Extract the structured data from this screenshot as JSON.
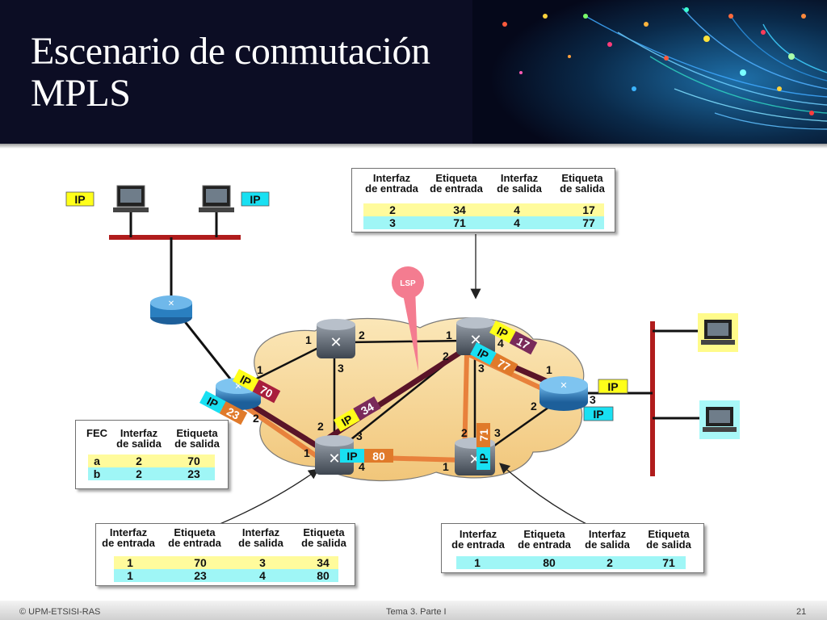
{
  "slide": {
    "title_line1": "Escenario de conmutación",
    "title_line2": "MPLS"
  },
  "footer": {
    "copyright": "© UPM-ETSISI-RAS",
    "center": "Tema 3. Parte I",
    "page": "21"
  },
  "diagram": {
    "lsp_label": "LSP",
    "ip": "IP",
    "ports": {
      "r1_1": "1",
      "r1_2": "2",
      "r1_3": "3",
      "r2_1": "1",
      "r2_2": "2",
      "r2_3": "3",
      "r2_4": "4",
      "r3_1": "1",
      "r3_2": "2",
      "r3_3": "3",
      "r4_1": "1",
      "r4_2": "2",
      "r4_3": "3",
      "ing_1": "1",
      "ing_2": "2",
      "eg_1": "1",
      "eg_2": "2",
      "eg_3": "3"
    },
    "packets": [
      {
        "id": "p70",
        "label": "70",
        "color": "#a81e3c"
      },
      {
        "id": "p23",
        "label": "23",
        "color": "#e07a2a"
      },
      {
        "id": "p34",
        "label": "34",
        "color": "#7a2a5a"
      },
      {
        "id": "p80",
        "label": "80",
        "color": "#e07a2a"
      },
      {
        "id": "p17",
        "label": "17",
        "color": "#7a2a5a"
      },
      {
        "id": "p77",
        "label": "77",
        "color": "#e07a2a"
      },
      {
        "id": "p71",
        "label": "71",
        "color": "#e07a2a"
      }
    ]
  },
  "tables": {
    "top": {
      "headers": [
        [
          "Interfaz",
          "de entrada"
        ],
        [
          "Etiqueta",
          "de entrada"
        ],
        [
          "Interfaz",
          "de salida"
        ],
        [
          "Etiqueta",
          "de salida"
        ]
      ],
      "rows": [
        [
          "2",
          "34",
          "4",
          "17"
        ],
        [
          "3",
          "71",
          "4",
          "77"
        ]
      ]
    },
    "fec": {
      "headers": [
        [
          "FEC",
          ""
        ],
        [
          "Interfaz",
          "de salida"
        ],
        [
          "Etiqueta",
          "de salida"
        ]
      ],
      "rows": [
        [
          "a",
          "2",
          "70"
        ],
        [
          "b",
          "2",
          "23"
        ]
      ]
    },
    "bottom_left": {
      "headers": [
        [
          "Interfaz",
          "de entrada"
        ],
        [
          "Etiqueta",
          "de entrada"
        ],
        [
          "Interfaz",
          "de salida"
        ],
        [
          "Etiqueta",
          "de salida"
        ]
      ],
      "rows": [
        [
          "1",
          "70",
          "3",
          "34"
        ],
        [
          "1",
          "23",
          "4",
          "80"
        ]
      ]
    },
    "bottom_right": {
      "headers": [
        [
          "Interfaz",
          "de entrada"
        ],
        [
          "Etiqueta",
          "de entrada"
        ],
        [
          "Interfaz",
          "de salida"
        ],
        [
          "Etiqueta",
          "de salida"
        ]
      ],
      "rows": [
        [
          "1",
          "80",
          "2",
          "71"
        ]
      ]
    }
  },
  "colors": {
    "lsp_dark": "#5a1428",
    "lsp_orange": "#e8813c",
    "cloud": "#f7d99a",
    "ip_yellow": "#ffff1a",
    "ip_cyan": "#19e0f2",
    "router_blue": "#2a7fc0"
  }
}
